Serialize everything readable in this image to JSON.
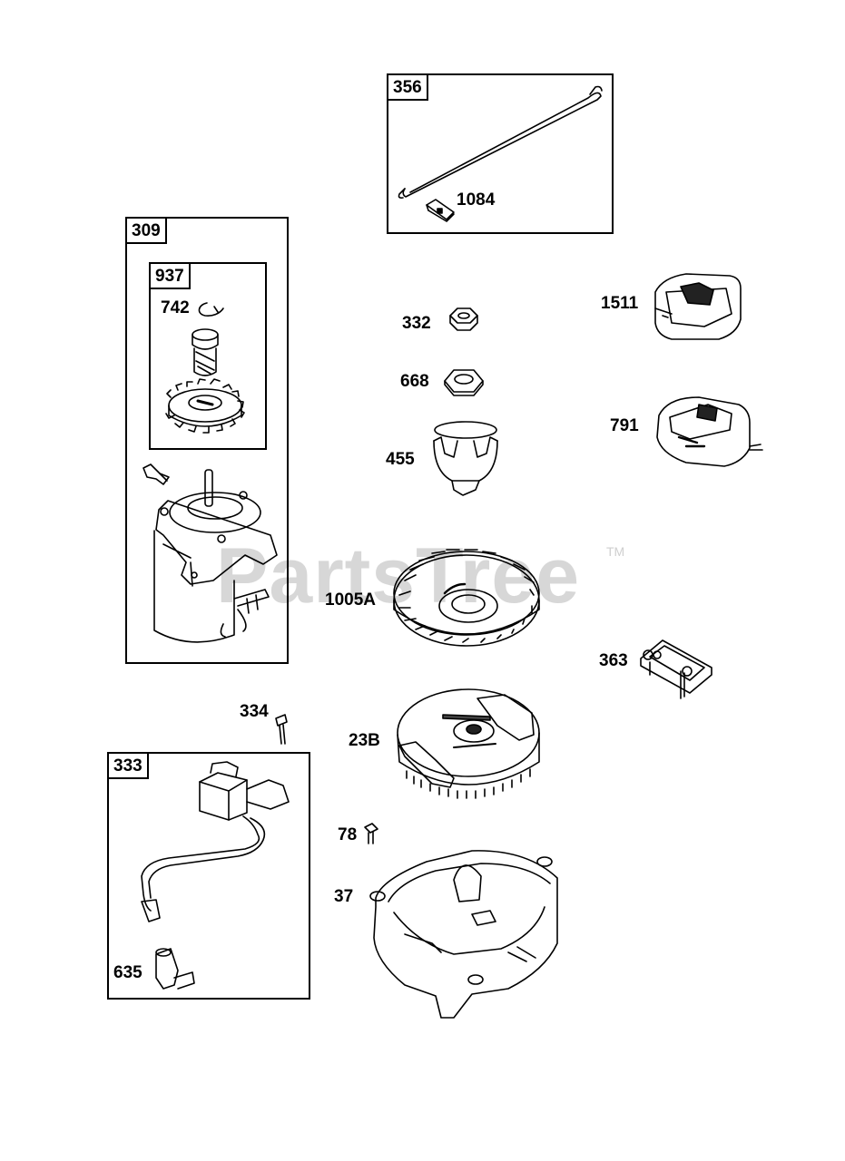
{
  "watermark": {
    "text": "PartsTree",
    "tm": "TM"
  },
  "groups": {
    "g309": {
      "number": "309"
    },
    "g937": {
      "number": "937"
    },
    "g356": {
      "number": "356"
    },
    "g333": {
      "number": "333"
    }
  },
  "parts": {
    "p742": "742",
    "p1084": "1084",
    "p332": "332",
    "p668": "668",
    "p455": "455",
    "p1511": "1511",
    "p791": "791",
    "p1005a": "1005A",
    "p363": "363",
    "p334": "334",
    "p23b": "23B",
    "p78": "78",
    "p37": "37",
    "p635": "635"
  }
}
